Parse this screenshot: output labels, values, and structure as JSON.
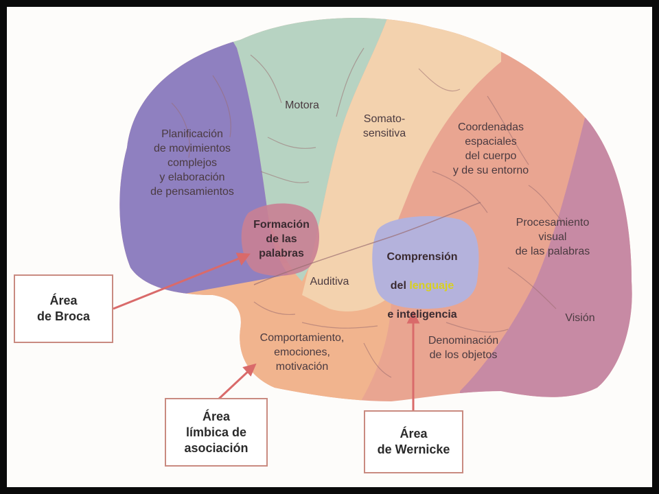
{
  "regions": {
    "motora": "Motora",
    "somatosensitiva": "Somato-\nsensitiva",
    "planificacion": "Planificación\nde movimientos\ncomplejos\ny elaboración\nde pensamientos",
    "coordenadas": "Coordenadas\nespaciales\ndel cuerpo\ny de su entorno",
    "formacion": "Formación\nde las\npalabras",
    "procesamiento": "Procesamiento\nvisual\nde las palabras",
    "comprension_line1": "Comprensión",
    "comprension_line2_pre": "del ",
    "comprension_highlight": "lenguaje",
    "comprension_line3": "e inteligencia",
    "auditiva": "Auditiva",
    "vision": "Visión",
    "comportamiento": "Comportamiento,\nemociones,\nmotivación",
    "denominacion": "Denominación\nde los objetos"
  },
  "callouts": {
    "broca": "Área\nde Broca",
    "limbica": "Área\nlímbica de\nasociación",
    "wernicke": "Área\nde Wernicke"
  },
  "colors": {
    "purple": "#8f80c0",
    "green": "#b7d3c2",
    "peach": "#f3d2ae",
    "salmon": "#e9a591",
    "mauve": "#c78aa4",
    "orange": "#f1b48e",
    "lavender": "#b4b2dc",
    "arrow": "#d96a6a"
  }
}
